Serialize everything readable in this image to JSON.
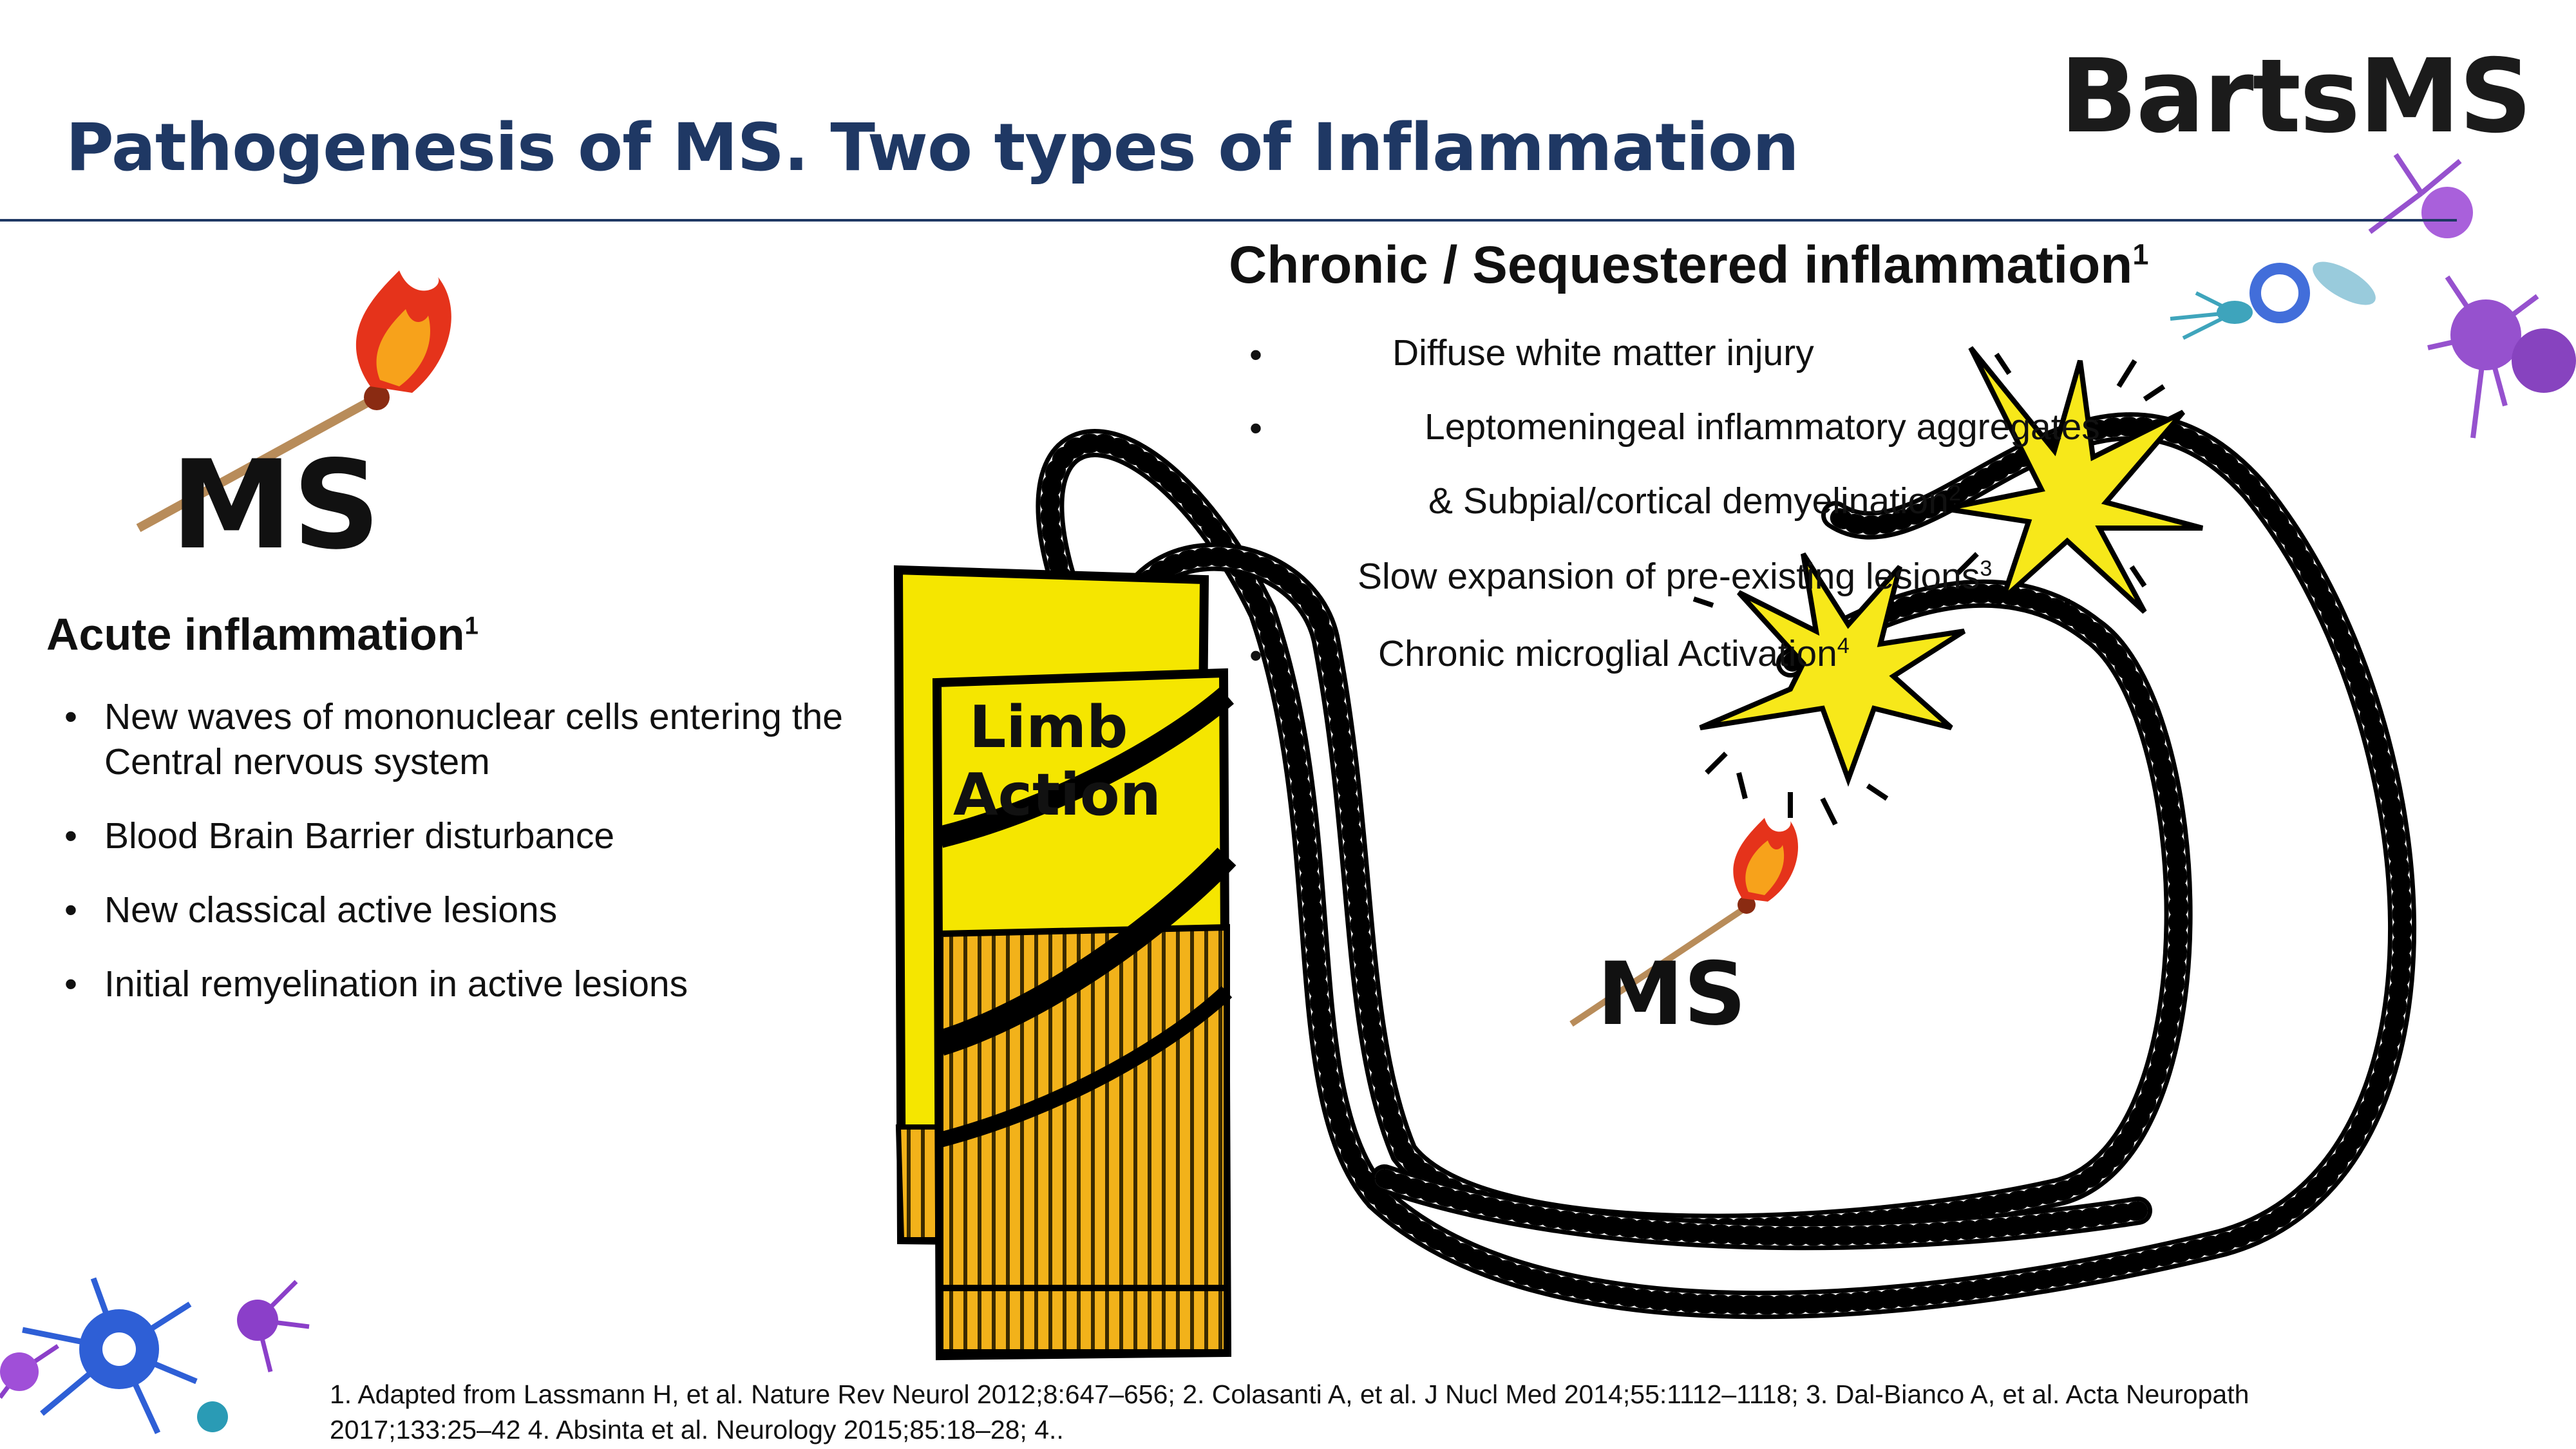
{
  "header": {
    "title": "Pathogenesis of MS. Two types of Inflammation",
    "logo_text": "BartsMS"
  },
  "acute": {
    "heading": "Acute inflammation",
    "heading_ref": "1",
    "bullet": "•",
    "items": [
      "New waves of mononuclear cells entering the Central nervous system",
      "Blood Brain Barrier disturbance",
      "New classical active lesions",
      "Initial remyelination in active lesions"
    ]
  },
  "chronic": {
    "heading": "Chronic / Sequestered inflammation",
    "heading_ref": "1",
    "bullet": "•",
    "items": [
      {
        "text": "Diffuse white matter injury",
        "ref": ""
      },
      {
        "text": "Leptomeningeal inflammatory aggregates",
        "ref": ""
      },
      {
        "text": "& Subpial/cortical demyelination",
        "ref": "2"
      },
      {
        "text": "Slow expansion of pre-existing lesions",
        "ref": "3"
      },
      {
        "text": "Chronic microglial Activation",
        "ref": "4"
      }
    ]
  },
  "illustration": {
    "dynamite_label_line1": "Limb",
    "dynamite_label_line2": "Action",
    "match_label_top": "MS",
    "match_label_bottom": "MS"
  },
  "footnote": "1. Adapted from Lassmann H, et al. Nature Rev Neurol 2012;8:647–656; 2. Colasanti A, et al. J Nucl Med 2014;55:1112–1118; 3. Dal-Bianco A, et al. Acta Neuropath 2017;133:25–42  4. Absinta et al. Neurology 2015;85:18–28; 4..",
  "colors": {
    "title": "#1f3864",
    "dynamite_yellow": "#f5e600",
    "dynamite_orange": "#f2b21a",
    "spark": "#f7e81a",
    "flame_red": "#e5331b",
    "flame_orange": "#f7a21b",
    "cell_purple": "#8b3fc9",
    "cell_blue": "#2e5fd6",
    "cell_teal": "#2a9bb5"
  },
  "icons": [
    "match-flame-icon",
    "spark-burst-icon",
    "neuron-cell-icon",
    "dynamite-icon"
  ]
}
